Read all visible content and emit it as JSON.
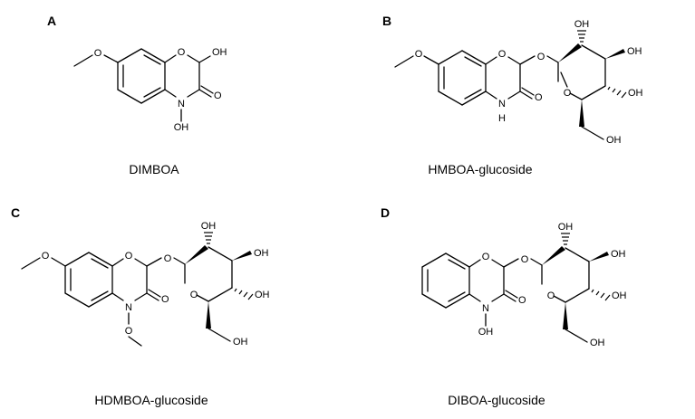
{
  "panels": [
    {
      "letter": "A",
      "name": "DIMBOA",
      "atoms": {
        "o_methoxy": "O",
        "o_ring": "O",
        "oh_c2": "OH",
        "o_carbonyl": "O",
        "n": "N",
        "n_sub": "OH"
      }
    },
    {
      "letter": "B",
      "name": "HMBOA-glucoside",
      "atoms": {
        "o_methoxy": "O",
        "o_ring": "O",
        "o_link": "O",
        "o_carbonyl": "O",
        "n": "N",
        "n_sub": "H",
        "g_oh_top": "OH",
        "g_oh_right": "OH",
        "g_oh_bottom": "OH",
        "g_o_ring": "O",
        "g_ch2oh": "OH"
      }
    },
    {
      "letter": "C",
      "name": "HDMBOA-glucoside",
      "atoms": {
        "o_methoxy": "O",
        "o_ring": "O",
        "o_link": "O",
        "o_carbonyl": "O",
        "n": "N",
        "n_sub": "O",
        "g_oh_top": "OH",
        "g_oh_right": "OH",
        "g_oh_bottom": "OH",
        "g_o_ring": "O",
        "g_ch2oh": "OH"
      }
    },
    {
      "letter": "D",
      "name": "DIBOA-glucoside",
      "atoms": {
        "o_ring": "O",
        "o_link": "O",
        "o_carbonyl": "O",
        "n": "N",
        "n_sub": "OH",
        "g_oh_top": "OH",
        "g_oh_right": "OH",
        "g_oh_bottom": "OH",
        "g_o_ring": "O",
        "g_ch2oh": "OH"
      }
    }
  ]
}
